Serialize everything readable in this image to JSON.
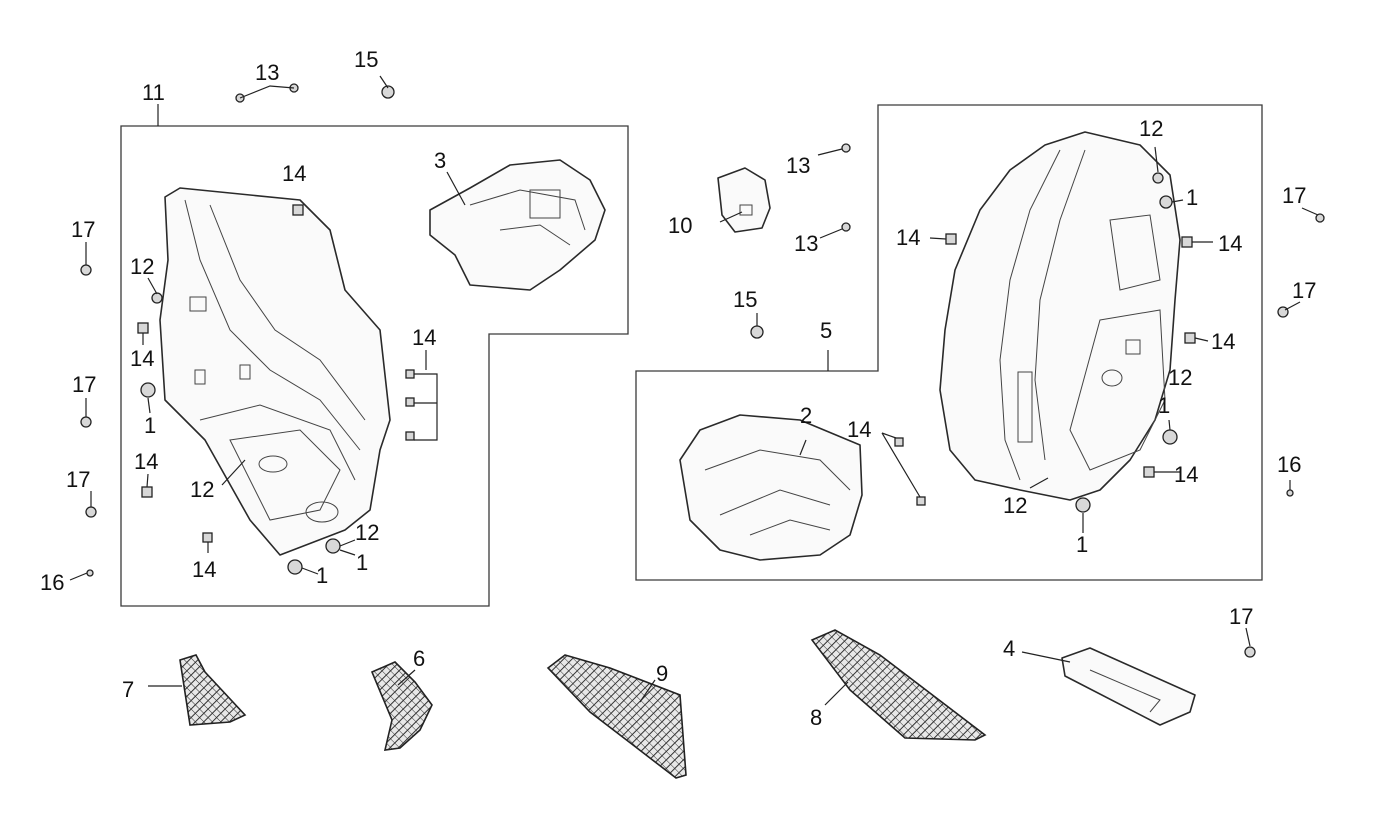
{
  "labels": {
    "1": "1",
    "2": "2",
    "3": "3",
    "4": "4",
    "5": "5",
    "6": "6",
    "7": "7",
    "8": "8",
    "9": "9",
    "10": "10",
    "11": "11",
    "12": "12",
    "13": "13",
    "14": "14",
    "15": "15",
    "16": "16",
    "17": "17"
  },
  "colors": {
    "line": "#222222",
    "background": "#ffffff",
    "fill": "#fafafa"
  }
}
